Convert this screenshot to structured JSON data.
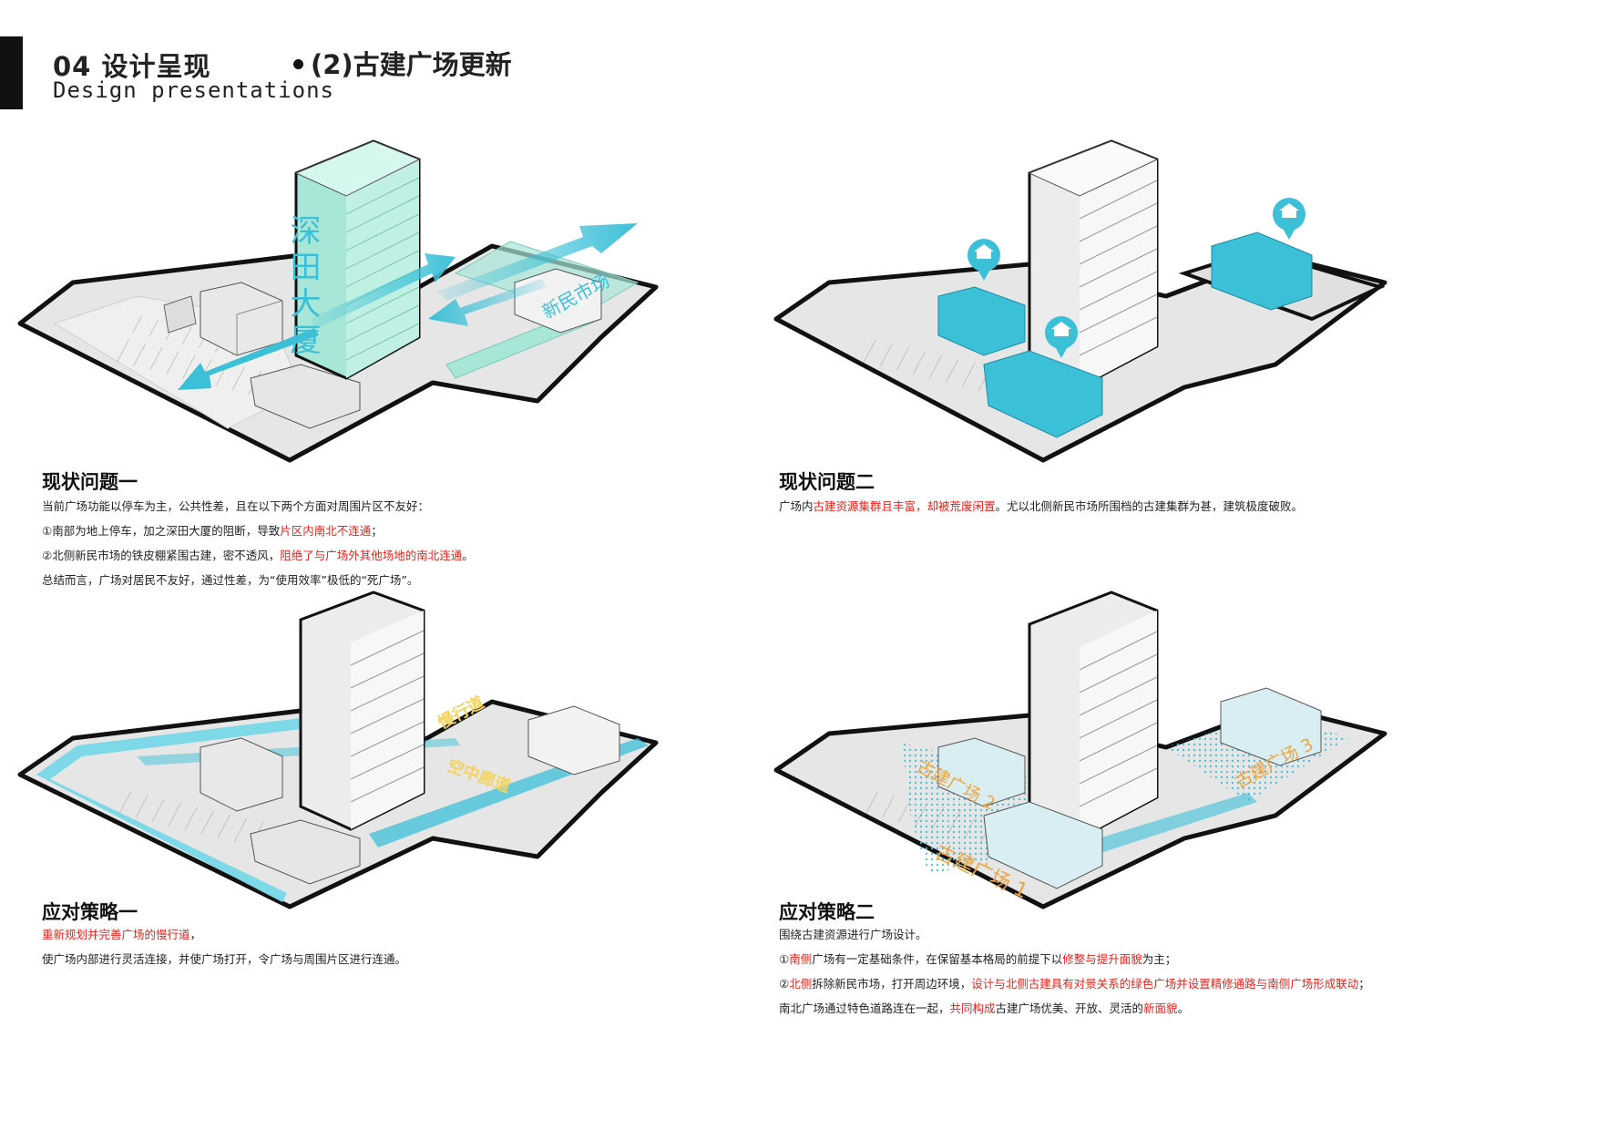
{
  "header": {
    "section_no": "04 设计呈现",
    "section_en": "Design presentations",
    "sub_title": "(2)古建广场更新"
  },
  "colors": {
    "accent": "#3cc0d8",
    "highlight": "#e8221b",
    "mint": "#a8e6d8",
    "label_yellow": "#f4d35e",
    "label_orange": "#f0a540"
  },
  "panels": [
    {
      "title": "现状问题一",
      "building_label": "深田大厦",
      "market_label": "新民市场",
      "lines": [
        [
          {
            "t": "当前广场功能以停车为主，公共性差，且在以下两个方面对周围片区不友好：",
            "h": false
          }
        ],
        [
          {
            "t": "①南部为地上停车，加之深田大厦的阻断，导致",
            "h": false
          },
          {
            "t": "片区内南北不连通",
            "h": true
          },
          {
            "t": "；",
            "h": false
          }
        ],
        [
          {
            "t": "②北侧新民市场的铁皮棚紧围古建，密不透风，",
            "h": false
          },
          {
            "t": "阻绝了与广场外其他场地的南北连通",
            "h": true
          },
          {
            "t": "。",
            "h": false
          }
        ],
        [
          {
            "t": "总结而言，广场对居民不友好，通过性差，为“使用效率”极低的“死广场”。",
            "h": false
          }
        ]
      ]
    },
    {
      "title": "现状问题二",
      "lines": [
        [
          {
            "t": "广场内",
            "h": false
          },
          {
            "t": "古建资源集群且丰富，却被荒废闲置",
            "h": true
          },
          {
            "t": "。尤以北侧新民市场所围档的古建集群为甚，建筑极度破败。",
            "h": false
          }
        ]
      ]
    },
    {
      "title": "应对策略一",
      "slow_label": "慢行道",
      "corridor_label": "空中廊道",
      "lines": [
        [
          {
            "t": "重新规划并完善广场的慢行道",
            "h": true
          },
          {
            "t": "，",
            "h": false
          }
        ],
        [
          {
            "t": "使广场内部进行灵活连接，并使广场打开，令广场与周围片区进行连通。",
            "h": false
          }
        ]
      ]
    },
    {
      "title": "应对策略二",
      "plaza1_label": "古建广场 1",
      "plaza2_label": "古建广场 2",
      "plaza3_label": "古建广场 3",
      "lines": [
        [
          {
            "t": "围绕古建资源进行广场设计。",
            "h": false
          }
        ],
        [
          {
            "t": "①",
            "h": false
          },
          {
            "t": "南侧",
            "h": true
          },
          {
            "t": "广场有一定基础条件，在保留基本格局的前提下以",
            "h": false
          },
          {
            "t": "修整与提升面貌",
            "h": true
          },
          {
            "t": "为主；",
            "h": false
          }
        ],
        [
          {
            "t": "②",
            "h": false
          },
          {
            "t": "北侧",
            "h": true
          },
          {
            "t": "拆除新民市场，打开周边环境，",
            "h": false
          },
          {
            "t": "设计与北侧古建具有对景关系的绿色广场并设置精修通路与南侧广场形成联动",
            "h": true
          },
          {
            "t": "；",
            "h": false
          }
        ],
        [
          {
            "t": "南北广场通过特色道路连在一起，",
            "h": false
          },
          {
            "t": "共同构成",
            "h": true
          },
          {
            "t": "古建广场优美、开放、灵活的",
            "h": false
          },
          {
            "t": "新面貌",
            "h": true
          },
          {
            "t": "。",
            "h": false
          }
        ]
      ]
    }
  ]
}
